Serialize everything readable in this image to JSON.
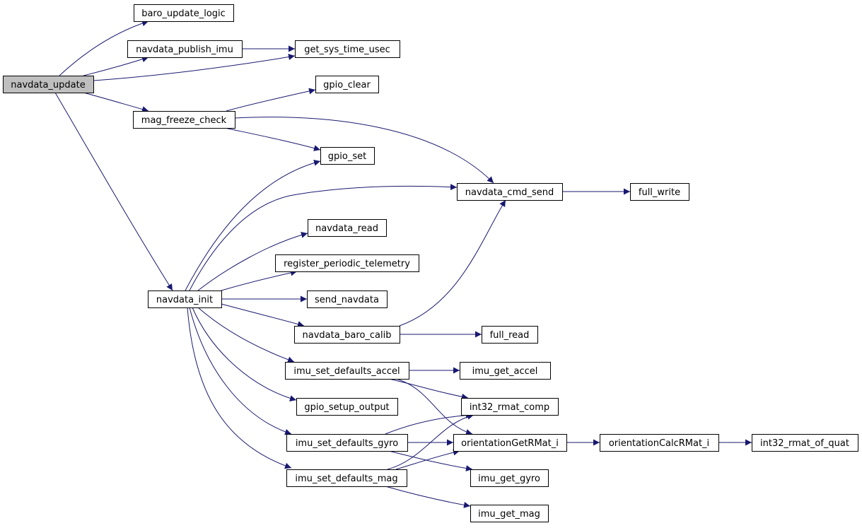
{
  "colors": {
    "edge": "#191970",
    "node_fill": "#ffffff",
    "root_fill": "#bfbfbf",
    "border": "#000000"
  },
  "nodes": [
    {
      "id": "navdata_update",
      "label": "navdata_update",
      "root": true
    },
    {
      "id": "baro_update_logic",
      "label": "baro_update_logic"
    },
    {
      "id": "navdata_publish_imu",
      "label": "navdata_publish_imu"
    },
    {
      "id": "get_sys_time_usec",
      "label": "get_sys_time_usec"
    },
    {
      "id": "gpio_clear",
      "label": "gpio_clear"
    },
    {
      "id": "mag_freeze_check",
      "label": "mag_freeze_check"
    },
    {
      "id": "gpio_set",
      "label": "gpio_set"
    },
    {
      "id": "navdata_cmd_send",
      "label": "navdata_cmd_send"
    },
    {
      "id": "full_write",
      "label": "full_write"
    },
    {
      "id": "navdata_read",
      "label": "navdata_read"
    },
    {
      "id": "register_periodic_telemetry",
      "label": "register_periodic_telemetry"
    },
    {
      "id": "navdata_init",
      "label": "navdata_init"
    },
    {
      "id": "send_navdata",
      "label": "send_navdata"
    },
    {
      "id": "navdata_baro_calib",
      "label": "navdata_baro_calib"
    },
    {
      "id": "full_read",
      "label": "full_read"
    },
    {
      "id": "imu_set_defaults_accel",
      "label": "imu_set_defaults_accel"
    },
    {
      "id": "imu_get_accel",
      "label": "imu_get_accel"
    },
    {
      "id": "gpio_setup_output",
      "label": "gpio_setup_output"
    },
    {
      "id": "int32_rmat_comp",
      "label": "int32_rmat_comp"
    },
    {
      "id": "imu_set_defaults_gyro",
      "label": "imu_set_defaults_gyro"
    },
    {
      "id": "orientationGetRMat_i",
      "label": "orientationGetRMat_i"
    },
    {
      "id": "orientationCalcRMat_i",
      "label": "orientationCalcRMat_i"
    },
    {
      "id": "int32_rmat_of_quat",
      "label": "int32_rmat_of_quat"
    },
    {
      "id": "imu_get_gyro",
      "label": "imu_get_gyro"
    },
    {
      "id": "imu_set_defaults_mag",
      "label": "imu_set_defaults_mag"
    },
    {
      "id": "imu_get_mag",
      "label": "imu_get_mag"
    }
  ],
  "edges": [
    {
      "from": "navdata_update",
      "to": "baro_update_logic"
    },
    {
      "from": "navdata_update",
      "to": "navdata_publish_imu"
    },
    {
      "from": "navdata_update",
      "to": "get_sys_time_usec"
    },
    {
      "from": "navdata_update",
      "to": "mag_freeze_check"
    },
    {
      "from": "navdata_update",
      "to": "navdata_init"
    },
    {
      "from": "navdata_publish_imu",
      "to": "get_sys_time_usec"
    },
    {
      "from": "mag_freeze_check",
      "to": "gpio_clear"
    },
    {
      "from": "mag_freeze_check",
      "to": "gpio_set"
    },
    {
      "from": "mag_freeze_check",
      "to": "navdata_cmd_send"
    },
    {
      "from": "navdata_cmd_send",
      "to": "full_write"
    },
    {
      "from": "navdata_init",
      "to": "gpio_set"
    },
    {
      "from": "navdata_init",
      "to": "navdata_cmd_send"
    },
    {
      "from": "navdata_init",
      "to": "navdata_read"
    },
    {
      "from": "navdata_init",
      "to": "register_periodic_telemetry"
    },
    {
      "from": "navdata_init",
      "to": "send_navdata"
    },
    {
      "from": "navdata_init",
      "to": "navdata_baro_calib"
    },
    {
      "from": "navdata_init",
      "to": "imu_set_defaults_accel"
    },
    {
      "from": "navdata_init",
      "to": "gpio_setup_output"
    },
    {
      "from": "navdata_init",
      "to": "imu_set_defaults_gyro"
    },
    {
      "from": "navdata_init",
      "to": "imu_set_defaults_mag"
    },
    {
      "from": "navdata_baro_calib",
      "to": "navdata_cmd_send"
    },
    {
      "from": "navdata_baro_calib",
      "to": "full_read"
    },
    {
      "from": "imu_set_defaults_accel",
      "to": "imu_get_accel"
    },
    {
      "from": "imu_set_defaults_accel",
      "to": "int32_rmat_comp"
    },
    {
      "from": "imu_set_defaults_accel",
      "to": "orientationGetRMat_i"
    },
    {
      "from": "imu_set_defaults_gyro",
      "to": "int32_rmat_comp"
    },
    {
      "from": "imu_set_defaults_gyro",
      "to": "orientationGetRMat_i"
    },
    {
      "from": "imu_set_defaults_gyro",
      "to": "imu_get_gyro"
    },
    {
      "from": "imu_set_defaults_mag",
      "to": "int32_rmat_comp"
    },
    {
      "from": "imu_set_defaults_mag",
      "to": "orientationGetRMat_i"
    },
    {
      "from": "imu_set_defaults_mag",
      "to": "imu_get_mag"
    },
    {
      "from": "orientationGetRMat_i",
      "to": "orientationCalcRMat_i"
    },
    {
      "from": "orientationCalcRMat_i",
      "to": "int32_rmat_of_quat"
    }
  ]
}
